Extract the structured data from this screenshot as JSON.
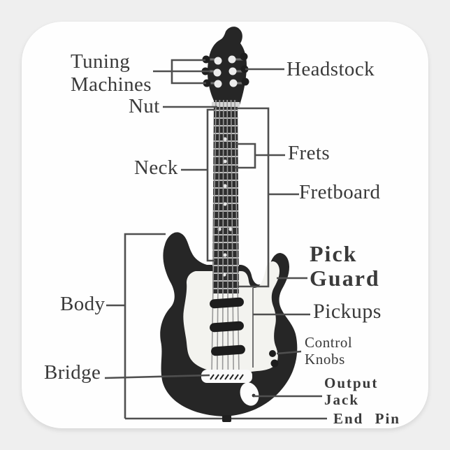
{
  "sticker": {
    "type": "square-sticker electric guitar parts diagram",
    "labels": {
      "tuning_machines": {
        "lines": [
          "Tuning",
          "Machines"
        ]
      },
      "headstock": "Headstock",
      "nut": "Nut",
      "frets": "Frets",
      "neck": "Neck",
      "fretboard": "Fretboard",
      "body": "Body",
      "pick_guard": {
        "lines": [
          "Pick",
          "Guard"
        ]
      },
      "pickups": "Pickups",
      "control_knobs": {
        "lines": [
          "Control",
          "Knobs"
        ]
      },
      "bridge": "Bridge",
      "output_jack": {
        "lines": [
          "Output",
          "Jack"
        ]
      },
      "end_pin": "End Pin"
    },
    "colors": {
      "page_background": "#efefef",
      "sticker_background": "#fefefe",
      "leader_line": "#4f4f4f",
      "text": "#3a3a3a",
      "guitar_black": "#262626",
      "pickguard_white": "#f3f3ef"
    }
  }
}
